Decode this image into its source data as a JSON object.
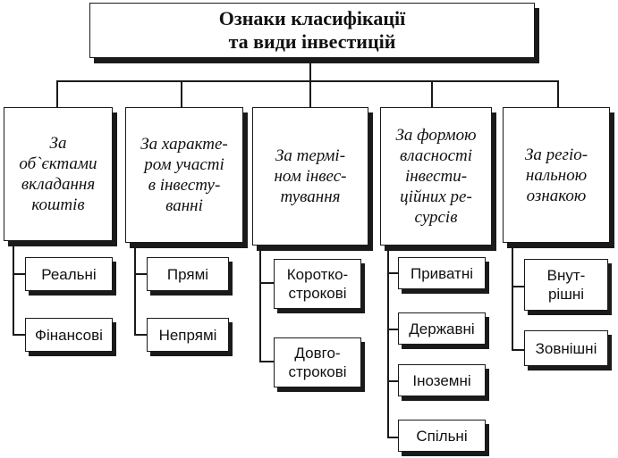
{
  "title": {
    "line1": "Ознаки класифікації",
    "line2": "та види інвестицій"
  },
  "categories": [
    {
      "lines": [
        "За",
        "об`єктами",
        "вкладання",
        "коштів"
      ],
      "items": [
        {
          "lines": [
            "Реальні"
          ]
        },
        {
          "lines": [
            "Фінансові"
          ]
        }
      ]
    },
    {
      "lines": [
        "За характе-",
        "ром участі",
        "в інвесту-",
        "ванні"
      ],
      "items": [
        {
          "lines": [
            "Прямі"
          ]
        },
        {
          "lines": [
            "Непрямі"
          ]
        }
      ]
    },
    {
      "lines": [
        "За термі-",
        "ном  інвес-",
        "тування"
      ],
      "items": [
        {
          "lines": [
            "Коротко-",
            "строкові"
          ]
        },
        {
          "lines": [
            "Довго-",
            "строкові"
          ]
        }
      ]
    },
    {
      "lines": [
        "За формою",
        "власності",
        "інвести-",
        "ційних ре-",
        "сурсів"
      ],
      "items": [
        {
          "lines": [
            "Приватні"
          ]
        },
        {
          "lines": [
            "Державні"
          ]
        },
        {
          "lines": [
            "Іноземні"
          ]
        },
        {
          "lines": [
            "Спільні"
          ]
        }
      ]
    },
    {
      "lines": [
        "За регіо-",
        "нальною",
        "ознакою"
      ],
      "items": [
        {
          "lines": [
            "Внут-",
            "рішні"
          ]
        },
        {
          "lines": [
            "Зовнішні"
          ]
        }
      ]
    }
  ]
}
